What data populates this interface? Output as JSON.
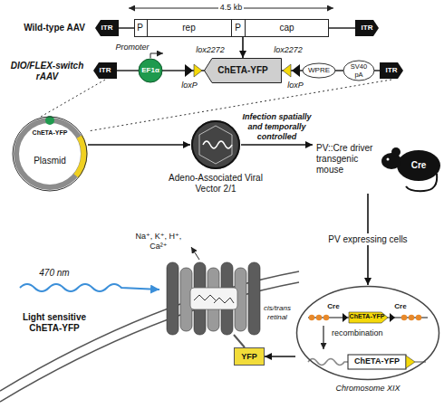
{
  "diagram": {
    "nodes": [
      {
        "text": [
          "ITR"
        ]
      },
      {
        "text": [
          "P",
          "rep",
          "P",
          "cap"
        ]
      },
      {
        "text": [
          "ITR"
        ]
      },
      {
        "text": [
          "ITR"
        ]
      },
      {
        "text": [
          "EF1α"
        ]
      },
      {
        "text": [
          "ChETA-YFP"
        ]
      },
      {
        "text": [
          "WPRE"
        ]
      },
      {
        "text": [
          "SV40 pA"
        ]
      },
      {
        "text": [
          "ITR"
        ]
      },
      {
        "text": [
          "Plasmid"
        ]
      },
      {
        "text": [
          "Adeno-Associated Viral Vector 2/1"
        ]
      },
      {
        "text": [
          "PV::Cre driver transgenic mouse",
          "Cre"
        ]
      },
      {
        "text": [
          "recombination",
          "Chromosome XIX"
        ]
      },
      {
        "text": [
          "YFP"
        ]
      }
    ],
    "edges": [
      {
        "from": 1,
        "to": 5,
        "arrow": "to"
      },
      {
        "from": 9,
        "to": 10,
        "arrow": "to"
      },
      {
        "from": 10,
        "to": 11,
        "label": "Infection spatially and temporally controlled",
        "arrow": "to"
      },
      {
        "from": 11,
        "to": 12,
        "label": "PV expressing cells",
        "arrow": "to"
      },
      {
        "from": 12,
        "to": 13,
        "arrow": "to"
      }
    ],
    "labels": [
      "Wild-type AAV",
      "4.5 kb",
      "DIO/FLEX-switch rAAV",
      "Promoter",
      "lox2272",
      "loxP",
      "lox2272",
      "loxP",
      "ChETA-YFP",
      "470 nm",
      "Na⁺, K⁺, H⁺, Ca²⁺",
      "Light sensitive ChETA-YFP",
      "cis/trans retinal",
      "Cre",
      "Cre",
      "ChETA-YFP",
      "ChETA-YFP"
    ]
  }
}
